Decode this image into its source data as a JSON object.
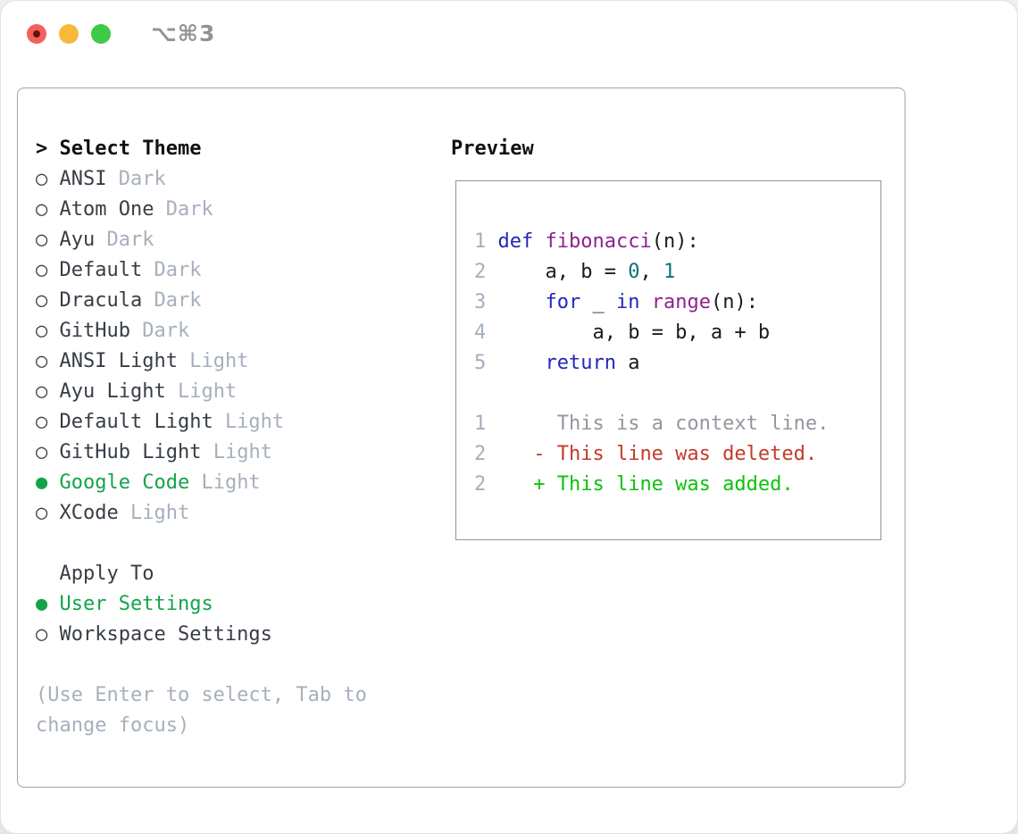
{
  "window": {
    "title": "⌥⌘3"
  },
  "colors": {
    "traffic_red": "#f3615a",
    "traffic_red_dot": "#601310",
    "traffic_yellow": "#f6b93a",
    "traffic_green": "#3ec946",
    "title_gray": "#8e9398",
    "panel_border": "#9aa5b1",
    "box_border": "#8994a1",
    "header_black": "#101114",
    "text_dark": "#373d46",
    "muted": "#a6b0bc",
    "accent_green": "#13a449",
    "line_number": "#a4afbd",
    "code_default": "#1a1b1e",
    "keyword": "#2426b8",
    "function": "#8e2190",
    "number_teal": "#0c7175",
    "context_gray": "#93979e",
    "diff_deleted": "#c53a28",
    "diff_added": "#0cc20c"
  },
  "theme_list": {
    "cursor": ">",
    "header": "Select Theme",
    "radio_unselected": "○",
    "radio_selected": "●",
    "items": [
      {
        "name": "ANSI",
        "variant": "Dark",
        "selected": false
      },
      {
        "name": "Atom One",
        "variant": "Dark",
        "selected": false
      },
      {
        "name": "Ayu",
        "variant": "Dark",
        "selected": false
      },
      {
        "name": "Default",
        "variant": "Dark",
        "selected": false
      },
      {
        "name": "Dracula",
        "variant": "Dark",
        "selected": false
      },
      {
        "name": "GitHub",
        "variant": "Dark",
        "selected": false
      },
      {
        "name": "ANSI Light",
        "variant": "Light",
        "selected": false
      },
      {
        "name": "Ayu Light",
        "variant": "Light",
        "selected": false
      },
      {
        "name": "Default Light",
        "variant": "Light",
        "selected": false
      },
      {
        "name": "GitHub Light",
        "variant": "Light",
        "selected": false
      },
      {
        "name": "Google Code",
        "variant": "Light",
        "selected": true
      },
      {
        "name": "XCode",
        "variant": "Light",
        "selected": false
      }
    ]
  },
  "apply_to": {
    "header": "Apply To",
    "options": [
      {
        "name": "User Settings",
        "selected": true
      },
      {
        "name": "Workspace Settings",
        "selected": false
      }
    ]
  },
  "help_text": [
    "(Use Enter to select, Tab to",
    "change focus)"
  ],
  "preview": {
    "header": "Preview",
    "code_lines": [
      {
        "num": "1",
        "tokens": [
          {
            "t": "def",
            "c": "keyword"
          },
          {
            "t": " ",
            "c": "default"
          },
          {
            "t": "fibonacci",
            "c": "function"
          },
          {
            "t": "(n):",
            "c": "default"
          }
        ]
      },
      {
        "num": "2",
        "tokens": [
          {
            "t": "    a, b = ",
            "c": "default"
          },
          {
            "t": "0",
            "c": "number"
          },
          {
            "t": ", ",
            "c": "default"
          },
          {
            "t": "1",
            "c": "number"
          }
        ]
      },
      {
        "num": "3",
        "tokens": [
          {
            "t": "    ",
            "c": "default"
          },
          {
            "t": "for",
            "c": "keyword"
          },
          {
            "t": " _ ",
            "c": "default"
          },
          {
            "t": "in",
            "c": "keyword"
          },
          {
            "t": " ",
            "c": "default"
          },
          {
            "t": "range",
            "c": "function"
          },
          {
            "t": "(n):",
            "c": "default"
          }
        ]
      },
      {
        "num": "4",
        "tokens": [
          {
            "t": "        a, b = b, a + b",
            "c": "default"
          }
        ]
      },
      {
        "num": "5",
        "tokens": [
          {
            "t": "    ",
            "c": "default"
          },
          {
            "t": "return",
            "c": "keyword"
          },
          {
            "t": " a",
            "c": "default"
          }
        ]
      }
    ],
    "diff_lines": [
      {
        "num": "1",
        "text": "     This is a context line.",
        "type": "context"
      },
      {
        "num": "2",
        "text": "   - This line was deleted.",
        "type": "deleted"
      },
      {
        "num": "2",
        "text": "   + This line was added.",
        "type": "added"
      }
    ]
  }
}
